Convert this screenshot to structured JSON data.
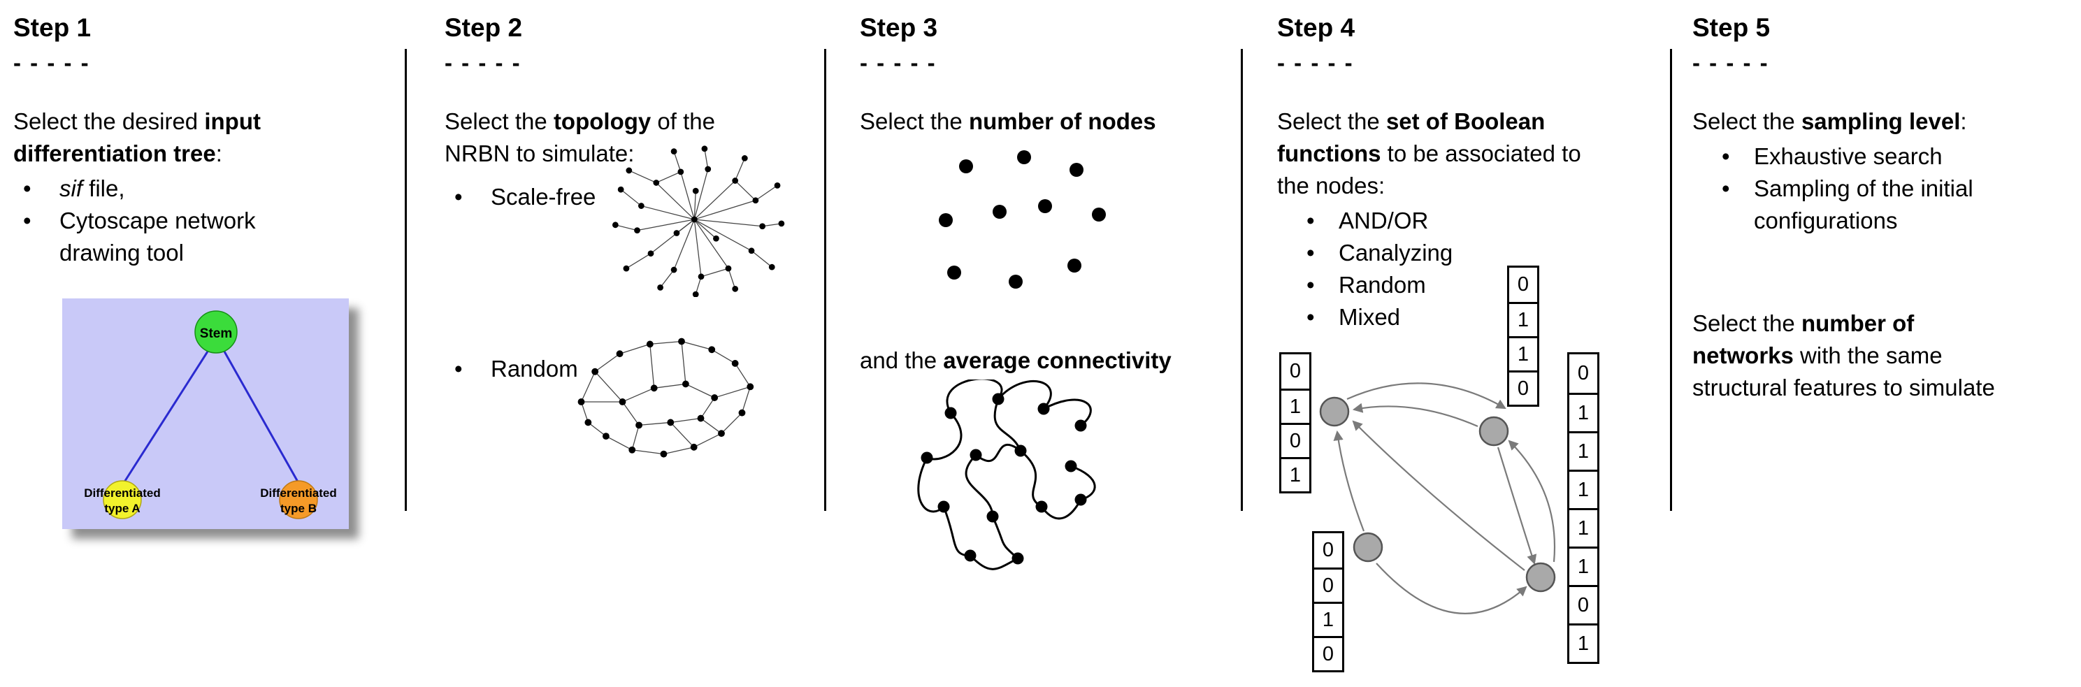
{
  "page": {
    "background": "#ffffff"
  },
  "steps": [
    {
      "title": "Step 1",
      "dashes": "- - - - -",
      "intro_lines": [
        {
          "pre": "Select the desired ",
          "bold": "input"
        },
        {
          "bold": "differentiation tree",
          "post": ":"
        }
      ],
      "bullets": [
        {
          "lines": [
            {
              "italic": "sif",
              "post": " file,"
            }
          ]
        },
        {
          "lines": [
            {
              "pre": "Cytoscape network"
            },
            {
              "pre": "drawing tool"
            }
          ]
        }
      ],
      "tree": {
        "background": "#c9c9f8",
        "edge_color": "#2a2ad0",
        "stem": {
          "label": "Stem",
          "color": "#3bdc3b"
        },
        "type_a": {
          "label_line1": "Differentiated",
          "label_line2": "type A",
          "color": "#f2f22c"
        },
        "type_b": {
          "label_line1": "Differentiated",
          "label_line2": "type B",
          "color": "#f59a28"
        }
      }
    },
    {
      "title": "Step 2",
      "dashes": "- - - - -",
      "intro_lines": [
        {
          "pre": "Select the ",
          "bold": "topology",
          "post": " of the"
        },
        {
          "pre": "NRBN to simulate:"
        }
      ],
      "bullets": [
        {
          "lines": [
            {
              "pre": "Scale-free"
            }
          ]
        },
        {
          "lines": [
            {
              "pre": "Random"
            }
          ]
        }
      ]
    },
    {
      "title": "Step 3",
      "dashes": "- - - - -",
      "text1_lines": [
        {
          "pre": "Select the ",
          "bold": "number of nodes"
        }
      ],
      "text2_lines": [
        {
          "pre": "and the ",
          "bold": "average connectivity"
        }
      ]
    },
    {
      "title": "Step 4",
      "dashes": "- - - - -",
      "intro_lines": [
        {
          "pre": "Select the ",
          "bold": "set of Boolean"
        },
        {
          "bold": "functions",
          "post": " to be associated to"
        },
        {
          "pre": "the nodes:"
        }
      ],
      "bullets": [
        {
          "lines": [
            {
              "pre": "AND/OR"
            }
          ]
        },
        {
          "lines": [
            {
              "pre": "Canalyzing"
            }
          ]
        },
        {
          "lines": [
            {
              "pre": "Random"
            }
          ]
        },
        {
          "lines": [
            {
              "pre": "Mixed"
            }
          ]
        }
      ],
      "figure": {
        "node_color": "#a9a9a9",
        "arrow_color": "#7a7a7a",
        "tables": {
          "left": [
            "0",
            "1",
            "0",
            "1"
          ],
          "top": [
            "0",
            "1",
            "1",
            "0"
          ],
          "bottom_left": [
            "0",
            "0",
            "1",
            "0"
          ],
          "right": [
            "0",
            "1",
            "1",
            "1",
            "1",
            "1",
            "0",
            "1"
          ]
        }
      }
    },
    {
      "title": "Step 5",
      "dashes": "- - - - -",
      "text1_lines": [
        {
          "pre": "Select the ",
          "bold": "sampling level",
          "post": ":"
        }
      ],
      "bullets": [
        {
          "lines": [
            {
              "pre": "Exhaustive search"
            }
          ]
        },
        {
          "lines": [
            {
              "pre": "Sampling of the initial"
            },
            {
              "pre": "configurations"
            }
          ]
        }
      ],
      "text2_lines": [
        {
          "pre": "Select the ",
          "bold": "number of"
        },
        {
          "bold": "networks",
          "post": " with the same"
        },
        {
          "pre": "structural features to simulate"
        }
      ]
    }
  ]
}
